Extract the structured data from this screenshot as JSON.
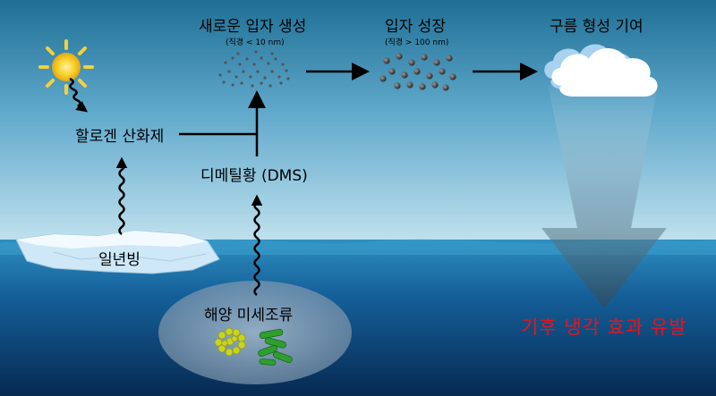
{
  "labels": {
    "new_particle": "새로운 입자 생성",
    "new_particle_size": "(직경 < 10 nm)",
    "growth": "입자 성장",
    "growth_size": "(직경 > 100 nm)",
    "cloud": "구름 형성 기여",
    "halogen": "할로겐 산화제",
    "dms": "디메틸황 (DMS)",
    "ice": "일년빙",
    "plankton": "해양 미세조류",
    "cooling": "기후 냉각 효과 유발"
  },
  "colors": {
    "sky_top": "#1f6f95",
    "sky_bottom": "#b5dcec",
    "sea_top": "#2a86b8",
    "sea_bottom": "#072d55",
    "cooling_text": "#e8141e",
    "sun": "#f4c21b",
    "algae_yellow": "#c8d41c",
    "algae_green": "#2e9a2e"
  },
  "icons": [
    "sun-icon",
    "cloud-icon",
    "wavy-arrow-icon",
    "ice-floe-icon",
    "algae-icon",
    "particles-icon"
  ]
}
